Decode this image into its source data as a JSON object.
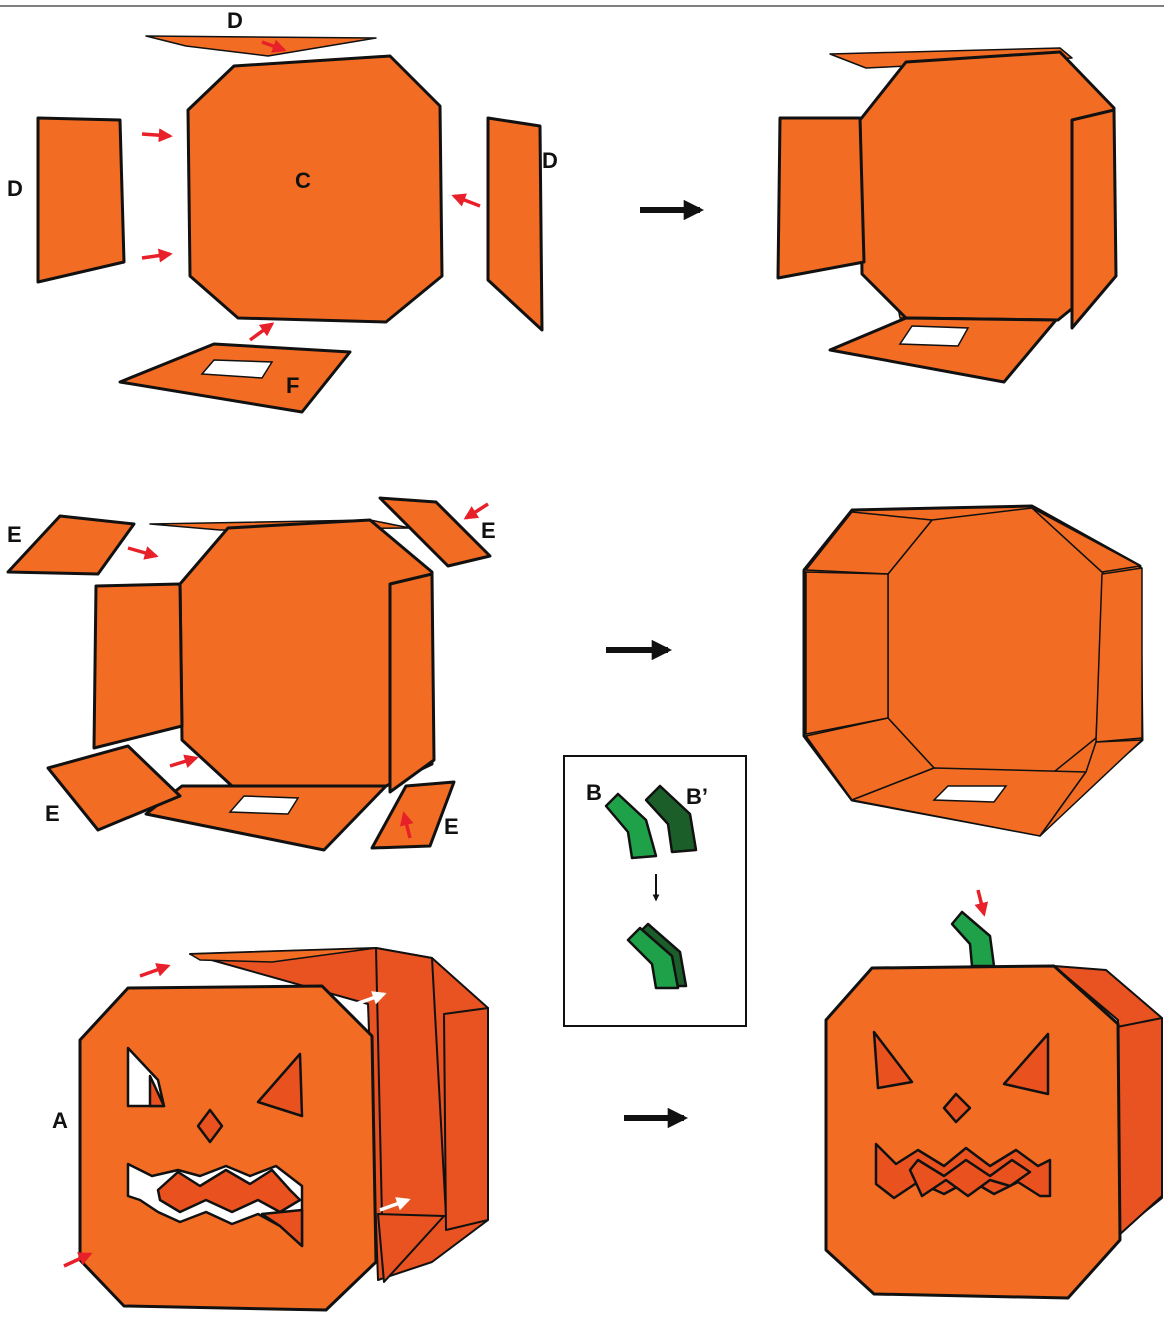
{
  "labels": {
    "top_flap": "D",
    "center_panel": "C",
    "left_flap": "D",
    "right_flap": "D",
    "bottom_flap": "F",
    "corner_e_top_left": "E",
    "corner_e_top_right": "E",
    "corner_e_bottom_left": "E",
    "corner_e_bottom_right": "E",
    "face_panel": "A",
    "stem_b": "B",
    "stem_b_prime": "B’"
  },
  "colors": {
    "panel_orange": "#f26c23",
    "panel_dark_orange": "#e95221",
    "stem_green": "#1fa14a",
    "stem_dark_green": "#1b5e2a",
    "arrow_red": "#e8202a",
    "outline": "#111111"
  },
  "icons": [
    "right-arrow-icon",
    "down-arrow-icon"
  ]
}
